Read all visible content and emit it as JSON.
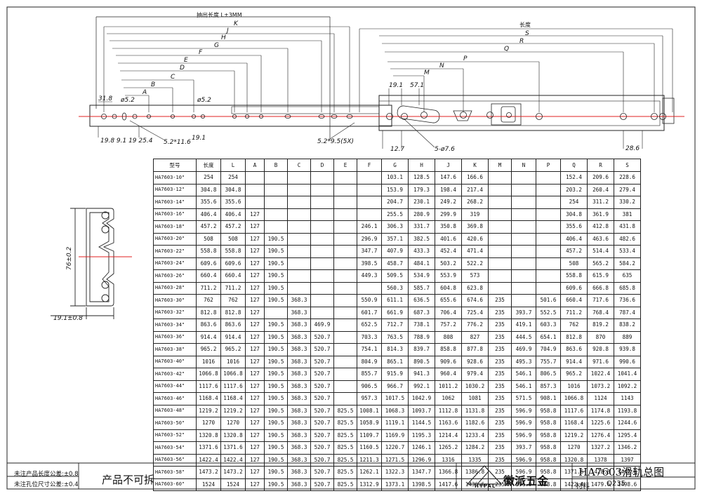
{
  "drawing": {
    "top_dim_label": "抽出长度 L±3MM",
    "length_label": "长度",
    "left_letters": [
      "K",
      "J",
      "H",
      "G",
      "F",
      "E",
      "D",
      "C",
      "B",
      "A"
    ],
    "right_letters": [
      "S",
      "R",
      "Q",
      "P",
      "N",
      "M"
    ],
    "dims": {
      "d31_8": "31.8",
      "d5_2a": "ø5.2",
      "d5_2b": "ø5.2",
      "d19_1_top": "19.1",
      "d57_1": "57.1",
      "bottom_left": "19.8  9.1 19  25.4",
      "slot1": "5.2*11.6",
      "d19_1_bot": "19.1",
      "slot5": "5.2*9.5(5X)",
      "d12_7": "12.7",
      "hole": "5-ø7.6",
      "d28_6": "28.6",
      "height": "76±0.2",
      "width": "19.1±0.8"
    }
  },
  "table": {
    "headers": [
      "型号",
      "长度",
      "L",
      "A",
      "B",
      "C",
      "D",
      "E",
      "F",
      "G",
      "H",
      "J",
      "K",
      "M",
      "N",
      "P",
      "Q",
      "R",
      "S"
    ],
    "rows": [
      [
        "HA7603-10\"",
        "254",
        "254",
        "",
        "",
        "",
        "",
        "",
        "",
        "103.1",
        "128.5",
        "147.6",
        "166.6",
        "",
        "",
        "",
        "152.4",
        "209.6",
        "228.6"
      ],
      [
        "HA7603-12\"",
        "304.8",
        "304.8",
        "",
        "",
        "",
        "",
        "",
        "",
        "153.9",
        "179.3",
        "198.4",
        "217.4",
        "",
        "",
        "",
        "203.2",
        "260.4",
        "279.4"
      ],
      [
        "HA7603-14\"",
        "355.6",
        "355.6",
        "",
        "",
        "",
        "",
        "",
        "",
        "204.7",
        "230.1",
        "249.2",
        "268.2",
        "",
        "",
        "",
        "254",
        "311.2",
        "330.2"
      ],
      [
        "HA7603-16\"",
        "406.4",
        "406.4",
        "127",
        "",
        "",
        "",
        "",
        "",
        "255.5",
        "280.9",
        "299.9",
        "319",
        "",
        "",
        "",
        "304.8",
        "361.9",
        "381"
      ],
      [
        "HA7603-18\"",
        "457.2",
        "457.2",
        "127",
        "",
        "",
        "",
        "",
        "246.1",
        "306.3",
        "331.7",
        "350.8",
        "369.8",
        "",
        "",
        "",
        "355.6",
        "412.8",
        "431.8"
      ],
      [
        "HA7603-20\"",
        "508",
        "508",
        "127",
        "190.5",
        "",
        "",
        "",
        "296.9",
        "357.1",
        "382.5",
        "401.6",
        "420.6",
        "",
        "",
        "",
        "406.4",
        "463.6",
        "482.6"
      ],
      [
        "HA7603-22\"",
        "558.8",
        "558.8",
        "127",
        "190.5",
        "",
        "",
        "",
        "347.7",
        "407.9",
        "433.3",
        "452.4",
        "471.4",
        "",
        "",
        "",
        "457.2",
        "514.4",
        "533.4"
      ],
      [
        "HA7603-24\"",
        "609.6",
        "609.6",
        "127",
        "190.5",
        "",
        "",
        "",
        "398.5",
        "458.7",
        "484.1",
        "503.2",
        "522.2",
        "",
        "",
        "",
        "508",
        "565.2",
        "584.2"
      ],
      [
        "HA7603-26\"",
        "660.4",
        "660.4",
        "127",
        "190.5",
        "",
        "",
        "",
        "449.3",
        "509.5",
        "534.9",
        "553.9",
        "573",
        "",
        "",
        "",
        "558.8",
        "615.9",
        "635"
      ],
      [
        "HA7603-28\"",
        "711.2",
        "711.2",
        "127",
        "190.5",
        "",
        "",
        "",
        "",
        "560.3",
        "585.7",
        "604.8",
        "623.8",
        "",
        "",
        "",
        "609.6",
        "666.8",
        "685.8"
      ],
      [
        "HA7603-30\"",
        "762",
        "762",
        "127",
        "190.5",
        "368.3",
        "",
        "",
        "550.9",
        "611.1",
        "636.5",
        "655.6",
        "674.6",
        "235",
        "",
        "501.6",
        "660.4",
        "717.6",
        "736.6"
      ],
      [
        "HA7603-32\"",
        "812.8",
        "812.8",
        "127",
        "",
        "368.3",
        "",
        "",
        "601.7",
        "661.9",
        "687.3",
        "706.4",
        "725.4",
        "235",
        "393.7",
        "552.5",
        "711.2",
        "768.4",
        "787.4"
      ],
      [
        "HA7603-34\"",
        "863.6",
        "863.6",
        "127",
        "190.5",
        "368.3",
        "469.9",
        "",
        "652.5",
        "712.7",
        "738.1",
        "757.2",
        "776.2",
        "235",
        "419.1",
        "603.3",
        "762",
        "819.2",
        "838.2"
      ],
      [
        "HA7603-36\"",
        "914.4",
        "914.4",
        "127",
        "190.5",
        "368.3",
        "520.7",
        "",
        "703.3",
        "763.5",
        "788.9",
        "808",
        "827",
        "235",
        "444.5",
        "654.1",
        "812.8",
        "870",
        "889"
      ],
      [
        "HA7603-38\"",
        "965.2",
        "965.2",
        "127",
        "190.5",
        "368.3",
        "520.7",
        "",
        "754.1",
        "814.3",
        "839.7",
        "858.8",
        "877.8",
        "235",
        "469.9",
        "704.9",
        "863.6",
        "920.8",
        "939.8"
      ],
      [
        "HA7603-40\"",
        "1016",
        "1016",
        "127",
        "190.5",
        "368.3",
        "520.7",
        "",
        "804.9",
        "865.1",
        "890.5",
        "909.6",
        "928.6",
        "235",
        "495.3",
        "755.7",
        "914.4",
        "971.6",
        "990.6"
      ],
      [
        "HA7603-42\"",
        "1066.8",
        "1066.8",
        "127",
        "190.5",
        "368.3",
        "520.7",
        "",
        "855.7",
        "915.9",
        "941.3",
        "960.4",
        "979.4",
        "235",
        "546.1",
        "806.5",
        "965.2",
        "1022.4",
        "1041.4"
      ],
      [
        "HA7603-44\"",
        "1117.6",
        "1117.6",
        "127",
        "190.5",
        "368.3",
        "520.7",
        "",
        "906.5",
        "966.7",
        "992.1",
        "1011.2",
        "1030.2",
        "235",
        "546.1",
        "857.3",
        "1016",
        "1073.2",
        "1092.2"
      ],
      [
        "HA7603-46\"",
        "1168.4",
        "1168.4",
        "127",
        "190.5",
        "368.3",
        "520.7",
        "",
        "957.3",
        "1017.5",
        "1042.9",
        "1062",
        "1081",
        "235",
        "571.5",
        "908.1",
        "1066.8",
        "1124",
        "1143"
      ],
      [
        "HA7603-48\"",
        "1219.2",
        "1219.2",
        "127",
        "190.5",
        "368.3",
        "520.7",
        "825.5",
        "1008.1",
        "1068.3",
        "1093.7",
        "1112.8",
        "1131.8",
        "235",
        "596.9",
        "958.8",
        "1117.6",
        "1174.8",
        "1193.8"
      ],
      [
        "HA7603-50\"",
        "1270",
        "1270",
        "127",
        "190.5",
        "368.3",
        "520.7",
        "825.5",
        "1058.9",
        "1119.1",
        "1144.5",
        "1163.6",
        "1182.6",
        "235",
        "596.9",
        "958.8",
        "1168.4",
        "1225.6",
        "1244.6"
      ],
      [
        "HA7603-52\"",
        "1320.8",
        "1320.8",
        "127",
        "190.5",
        "368.3",
        "520.7",
        "825.5",
        "1109.7",
        "1169.9",
        "1195.3",
        "1214.4",
        "1233.4",
        "235",
        "596.9",
        "958.8",
        "1219.2",
        "1276.4",
        "1295.4"
      ],
      [
        "HA7603-54\"",
        "1371.6",
        "1371.6",
        "127",
        "190.5",
        "368.3",
        "520.7",
        "825.5",
        "1160.5",
        "1220.7",
        "1246.1",
        "1265.2",
        "1284.2",
        "235",
        "393.7",
        "958.8",
        "1270",
        "1327.2",
        "1346.2"
      ],
      [
        "HA7603-56\"",
        "1422.4",
        "1422.4",
        "127",
        "190.5",
        "368.3",
        "520.7",
        "825.5",
        "1211.3",
        "1271.5",
        "1296.9",
        "1316",
        "1335",
        "235",
        "596.9",
        "958.8",
        "1320.8",
        "1378",
        "1397"
      ],
      [
        "HA7603-58\"",
        "1473.2",
        "1473.2",
        "127",
        "190.5",
        "368.3",
        "520.7",
        "825.5",
        "1262.1",
        "1322.3",
        "1347.7",
        "1366.8",
        "1386.8",
        "235",
        "596.9",
        "958.8",
        "1371.6",
        "1428.8",
        "1447.8"
      ],
      [
        "HA7603-60\"",
        "1524",
        "1524",
        "127",
        "190.5",
        "368.3",
        "520.7",
        "825.5",
        "1312.9",
        "1373.1",
        "1398.5",
        "1417.6",
        "1436.6",
        "235",
        "596.9",
        "958.8",
        "1422.4",
        "1479.6",
        "1498.6"
      ]
    ]
  },
  "footer": {
    "tol_length": "未注产品长度公差:±0.8",
    "tol_hole": "未注孔位尺寸公差:±0.4",
    "note": "产品不可拆",
    "brand": "徽派五金",
    "logo_text": "HYPAL",
    "title": "HA7603滑轨总图",
    "material_label": "材料",
    "material_value": "Q235"
  }
}
